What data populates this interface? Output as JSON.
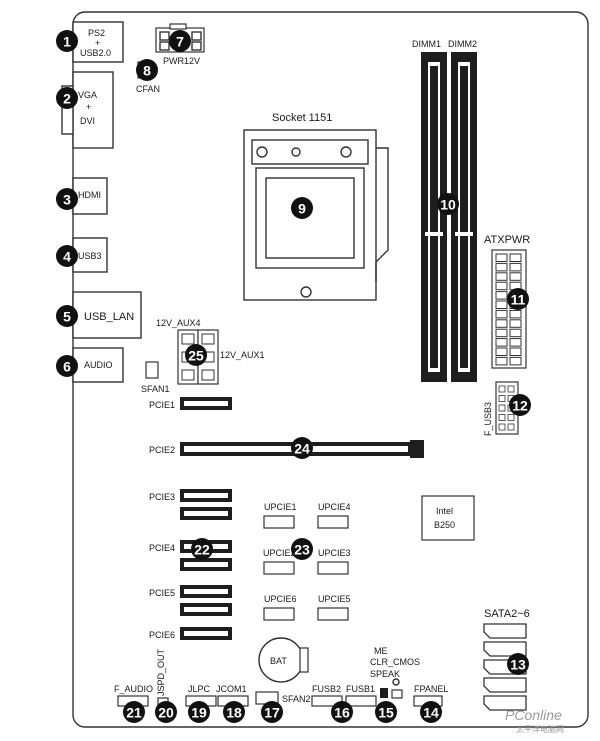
{
  "labels": {
    "ps2": "PS2",
    "ps2_plus": "+",
    "usb20": "USB2.0",
    "pwr12v": "PWR12V",
    "cfan": "CFAN",
    "vga": "VGA",
    "vga_plus": "+",
    "dvi": "DVI",
    "hdmi": "HDMI",
    "usb3": "USB3",
    "usb_lan": "USB_LAN",
    "audio": "AUDIO",
    "socket": "Socket 1151",
    "dimm1": "DIMM1",
    "dimm2": "DIMM2",
    "atxpwr": "ATXPWR",
    "f_usb3": "F_USB3",
    "aux4": "12V_AUX4",
    "aux1": "12V_AUX1",
    "sfan1": "SFAN1",
    "pcie1": "PCIE1",
    "pcie2": "PCIE2",
    "pcie3": "PCIE3",
    "pcie4": "PCIE4",
    "pcie5": "PCIE5",
    "pcie6": "PCIE6",
    "upcie1": "UPCIE1",
    "upcie4": "UPCIE4",
    "upcie2": "UPCIE2",
    "upcie3": "UPCIE3",
    "upcie6": "UPCIE6",
    "upcie5": "UPCIE5",
    "intel": "Intel",
    "b250": "B250",
    "bat": "BAT",
    "me": "ME",
    "clr_cmos": "CLR_CMOS",
    "speak": "SPEAK",
    "sata": "SATA2~6",
    "f_audio": "F_AUDIO",
    "jspd_out": "JSPD_OUT",
    "jlpc": "JLPC",
    "jcom1": "JCOM1",
    "sfan2": "SFAN2",
    "fusb2": "FUSB2",
    "fusb1": "FUSB1",
    "fpanel": "FPANEL",
    "watermark": "PConline",
    "watermark_sub": "太平洋电脑网"
  },
  "badges": [
    "1",
    "2",
    "3",
    "4",
    "5",
    "6",
    "7",
    "8",
    "9",
    "10",
    "11",
    "12",
    "13",
    "14",
    "15",
    "16",
    "17",
    "18",
    "19",
    "20",
    "21",
    "22",
    "23",
    "24",
    "25"
  ],
  "colors": {
    "badge": "#111111",
    "line": "#333333",
    "slot": "#1e1e1e"
  }
}
